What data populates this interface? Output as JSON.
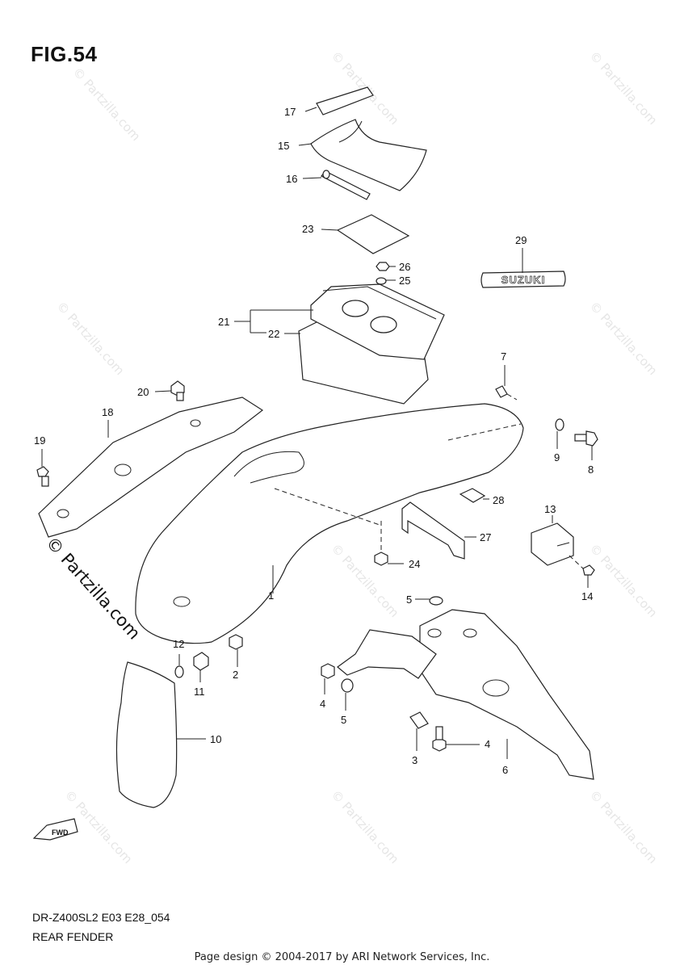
{
  "figure": {
    "title": "FIG.54",
    "model_code": "DR-Z400SL2 E03 E28_054",
    "section_name": "REAR FENDER"
  },
  "brand": {
    "side": "© Partzilla.com",
    "watermark": "© Partzilla.com"
  },
  "emblem_text": "SUZUKI",
  "fwd_label": "FWD",
  "footer": "Page design © 2004-2017 by ARI Network Services, Inc.",
  "callouts": {
    "c1": "1",
    "c2": "2",
    "c3": "3",
    "c4a": "4",
    "c4b": "4",
    "c5a": "5",
    "c5b": "5",
    "c6": "6",
    "c7": "7",
    "c8": "8",
    "c9": "9",
    "c10": "10",
    "c11": "11",
    "c12": "12",
    "c13": "13",
    "c14": "14",
    "c15": "15",
    "c16": "16",
    "c17": "17",
    "c18": "18",
    "c19": "19",
    "c20": "20",
    "c21": "21",
    "c22": "22",
    "c23": "23",
    "c24": "24",
    "c25": "25",
    "c26": "26",
    "c27": "27",
    "c28": "28",
    "c29": "29"
  }
}
